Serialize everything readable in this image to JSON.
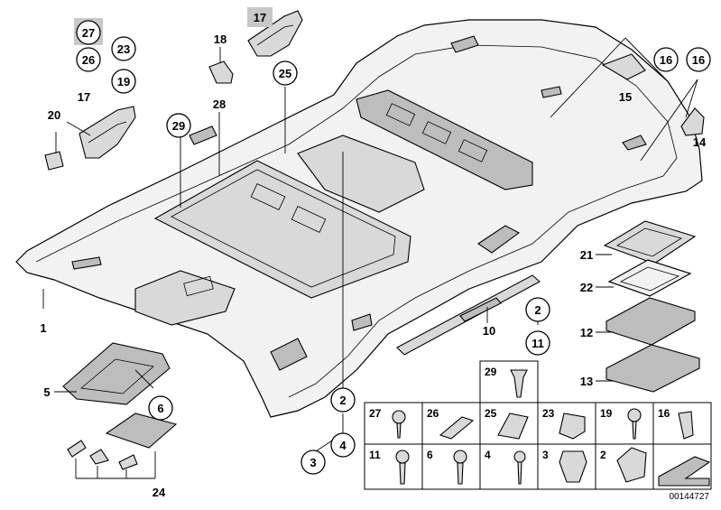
{
  "labels": {
    "top_left_hl": "27",
    "top_left_a": "26",
    "top_left_b": "23",
    "top_left_c": "19",
    "clip_20": "20",
    "handle_17a": "17",
    "part_18": "18",
    "handle_17b": "17",
    "part_25": "25",
    "part_28": "28",
    "part_29": "29",
    "part_15": "15",
    "part_16a": "16",
    "part_16b": "16",
    "part_14": "14",
    "part_1": "1",
    "part_21": "21",
    "part_22": "22",
    "part_12": "12",
    "part_13": "13",
    "part_10": "10",
    "part_2a": "2",
    "part_11a": "11",
    "part_2b": "2",
    "part_3": "3",
    "part_4": "4",
    "part_5": "5",
    "part_6": "6",
    "part_24": "24"
  },
  "table": {
    "row1": [
      "29"
    ],
    "row2": [
      "27",
      "26",
      "25",
      "23",
      "19",
      "16"
    ],
    "row3": [
      "11",
      "6",
      "4",
      "3",
      "2"
    ]
  },
  "reference": "00144727"
}
